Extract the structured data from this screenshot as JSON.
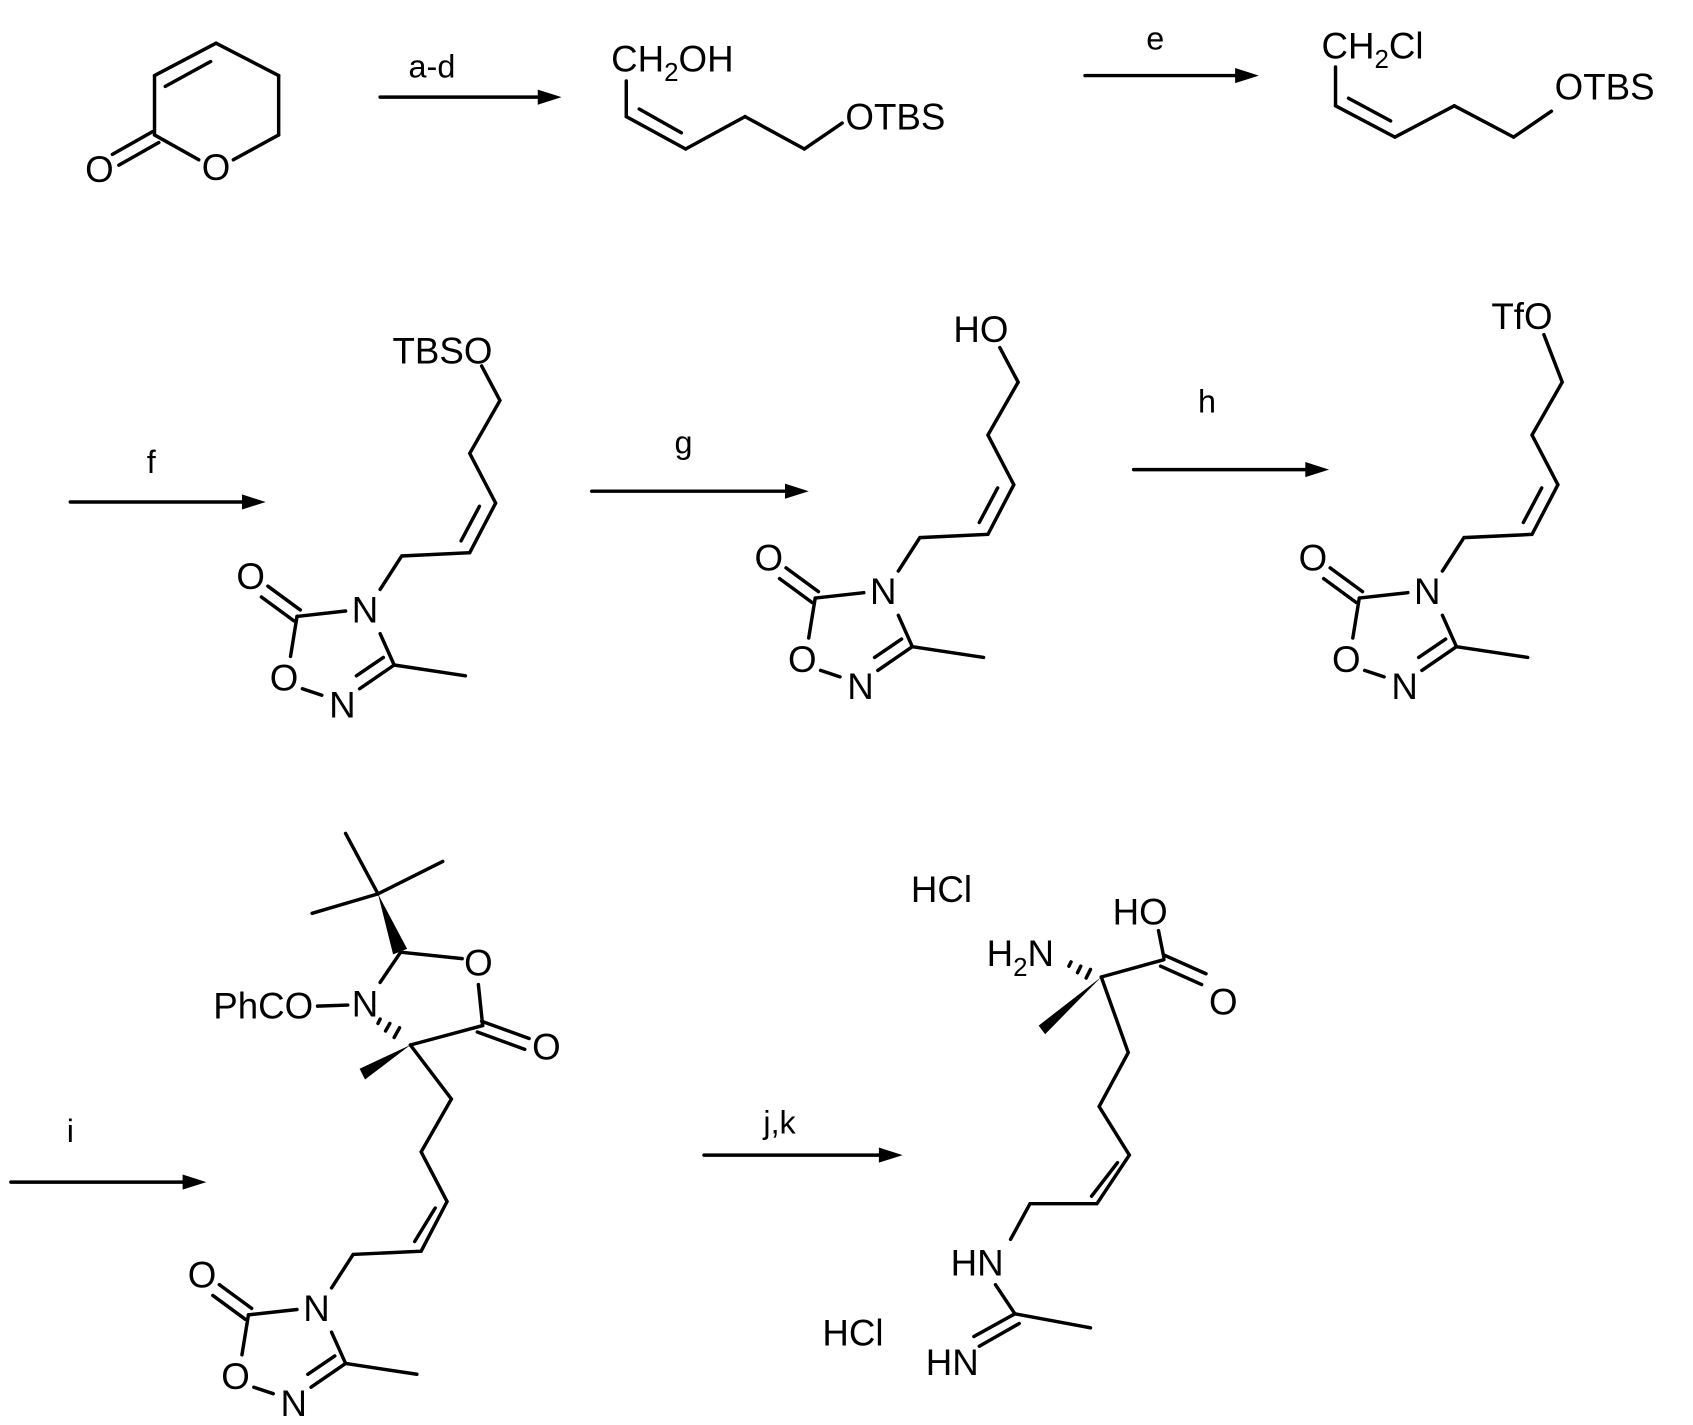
{
  "scheme": {
    "reagents": {
      "step1": "a-d",
      "step2": "e",
      "step3": "f",
      "step4": "g",
      "step5": "h",
      "step6": "i",
      "step7": "j,k"
    },
    "compound1": {
      "carbonyl_o": "O",
      "ring_o": "O"
    },
    "compound2": {
      "top": {
        "pre": "CH",
        "sub": "2",
        "post": "OH"
      },
      "end": "OTBS"
    },
    "compound3": {
      "top": {
        "pre": "CH",
        "sub": "2",
        "post": "Cl"
      },
      "end": "OTBS"
    },
    "compound4": {
      "end": "TBSO",
      "ring": {
        "n1": "N",
        "o_exo": "O",
        "o_ring": "O",
        "n2": "N"
      }
    },
    "compound5": {
      "end": "HO",
      "ring": {
        "n1": "N",
        "o_exo": "O",
        "o_ring": "O",
        "n2": "N"
      }
    },
    "compound6": {
      "end": "TfO",
      "ring": {
        "n1": "N",
        "o_exo": "O",
        "o_ring": "O",
        "n2": "N"
      }
    },
    "compound7": {
      "acyl": "PhCO",
      "n": "N",
      "o_ring": "O",
      "o_exo": "O",
      "ring": {
        "n1": "N",
        "o_exo": "O",
        "o_ring": "O",
        "n2": "N"
      }
    },
    "compound8": {
      "salt1": "HCl",
      "salt2": "HCl",
      "acid_oh": "HO",
      "acid_o": "O",
      "amine": {
        "pre": "H",
        "sub": "2",
        "post": "N"
      },
      "amidine_nh": "HN",
      "amidine_imine": "HN"
    }
  }
}
